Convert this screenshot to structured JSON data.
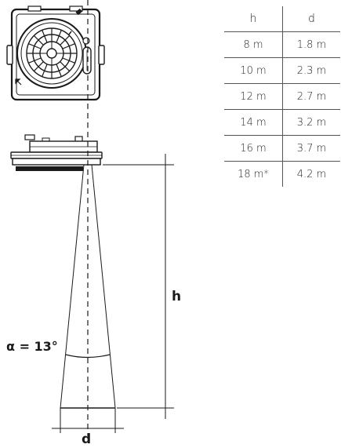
{
  "table": {
    "headers": [
      "h",
      "d"
    ],
    "rows": [
      {
        "h": "8 m",
        "d": "1.8 m"
      },
      {
        "h": "10 m",
        "d": "2.3 m"
      },
      {
        "h": "12 m",
        "d": "2.7 m"
      },
      {
        "h": "14 m",
        "d": "3.2 m"
      },
      {
        "h": "16 m",
        "d": "3.7 m"
      },
      {
        "h": "18 m*",
        "d": "4.2 m"
      }
    ]
  },
  "labels": {
    "height": "h",
    "diameter": "d",
    "angle": "α = 13°"
  }
}
